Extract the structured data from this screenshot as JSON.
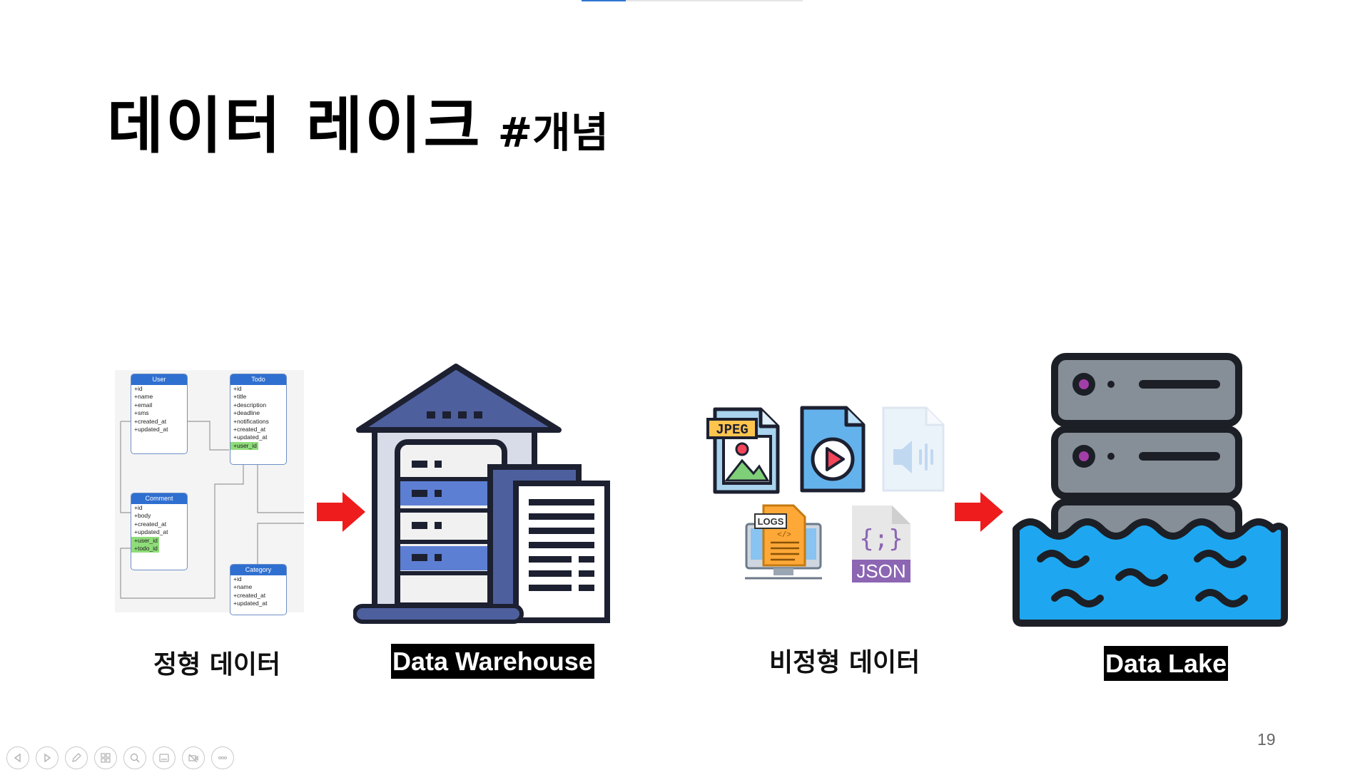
{
  "slide": {
    "title": "데이터 레이크",
    "title_tag": "#개념",
    "page_number": "19"
  },
  "erd": {
    "tables": [
      {
        "name": "User",
        "fields": [
          "+id",
          "+name",
          "+email",
          "+sms",
          "+created_at",
          "+updated_at"
        ]
      },
      {
        "name": "Todo",
        "fields": [
          "+id",
          "+title",
          "+description",
          "+deadline",
          "+notifications",
          "+created_at",
          "+updated_at",
          "+user_id"
        ]
      },
      {
        "name": "Comment",
        "fields": [
          "+id",
          "+body",
          "+created_at",
          "+updated_at",
          "+user_id",
          "+todo_id"
        ]
      },
      {
        "name": "Category",
        "fields": [
          "+id",
          "+name",
          "+created_at",
          "+updated_at"
        ]
      }
    ]
  },
  "captions": {
    "structured": "정형 데이터",
    "warehouse": "Data Warehouse",
    "unstructured": "비정형 데이터",
    "lake": "Data Lake"
  },
  "file_icons": {
    "jpeg": "JPEG",
    "logs": "LOGS",
    "json": "JSON"
  },
  "icons": [
    "warehouse-icon",
    "jpeg-file-icon",
    "video-file-icon",
    "audio-file-icon",
    "logs-file-icon",
    "json-file-icon",
    "server-in-water-icon",
    "arrow-right-icon"
  ],
  "toolbar": {
    "buttons": [
      "previous",
      "next",
      "pen",
      "slides",
      "zoom",
      "subtitles",
      "camera-off",
      "more"
    ]
  },
  "colors": {
    "arrow": "#ee1c1c",
    "accent": "#2e75d1",
    "water": "#1ea7f0"
  }
}
